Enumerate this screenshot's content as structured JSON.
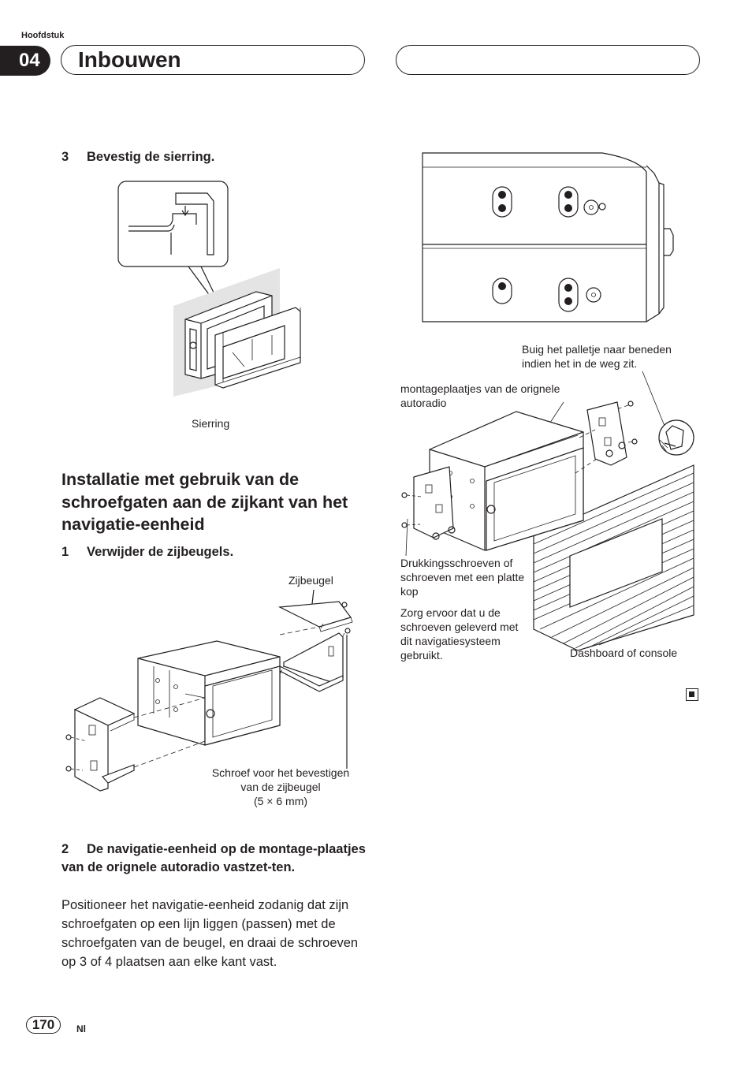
{
  "header": {
    "chapter_label": "Hoofdstuk",
    "chapter_number": "04",
    "title": "Inbouwen"
  },
  "step3": {
    "number": "3",
    "text": "Bevestig de sierring."
  },
  "fig1": {
    "label_sierring": "Sierring"
  },
  "section": {
    "heading": "Installatie met gebruik van de schroefgaten aan de zijkant van het navigatie-eenheid"
  },
  "step1": {
    "number": "1",
    "text": "Verwijder de zijbeugels."
  },
  "fig2": {
    "label_zijbeugel": "Zijbeugel",
    "label_screw_line1": "Schroef voor het bevestigen",
    "label_screw_line2": "van de zijbeugel",
    "label_screw_line3": "(5 × 6 mm)"
  },
  "step2": {
    "number": "2",
    "text": "De navigatie-eenheid op de montage-plaatjes van de orignele autoradio vastzet-ten.",
    "body": "Positioneer het navigatie-eenheid zodanig dat zijn schroefgaten op een lijn liggen (passen) met de schroefgaten van de beugel, en draai de schroeven op 3 of 4 plaatsen aan elke kant vast."
  },
  "fig4": {
    "label_buig": "Buig het palletje naar beneden indien het in de weg zit.",
    "label_montage": "montageplaatjes van de orignele autoradio",
    "label_drukking": "Drukkingsschroeven of schroeven met een platte kop",
    "label_zorg": "Zorg ervoor dat u de schroeven geleverd met dit navigatiesysteem gebruikt.",
    "label_dashboard": "Dashboard of console"
  },
  "footer": {
    "page_number": "170",
    "language": "Nl"
  }
}
